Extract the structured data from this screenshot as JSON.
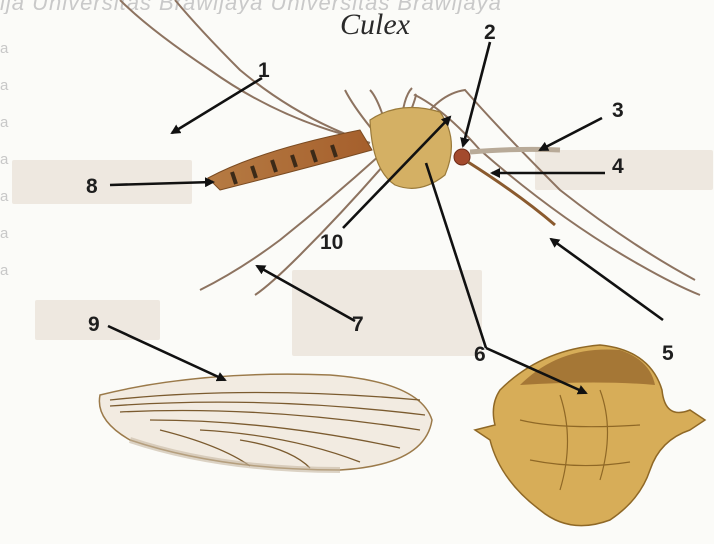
{
  "watermark": "ija Universitas Brawijaya Universitas Brawijaya",
  "title": "Culex",
  "left_marks": [
    "a",
    "a",
    "a",
    "a",
    "a",
    "a",
    "a"
  ],
  "labels": [
    "1",
    "2",
    "3",
    "4",
    "5",
    "6",
    "7",
    "8",
    "9",
    "10"
  ],
  "colors": {
    "body": "#a5672f",
    "leg": "#8d7360",
    "wing_vein": "#7b5b2f",
    "thorax": "#d4b064",
    "arrow": "#111111",
    "label_box": "#e9e2d8"
  }
}
